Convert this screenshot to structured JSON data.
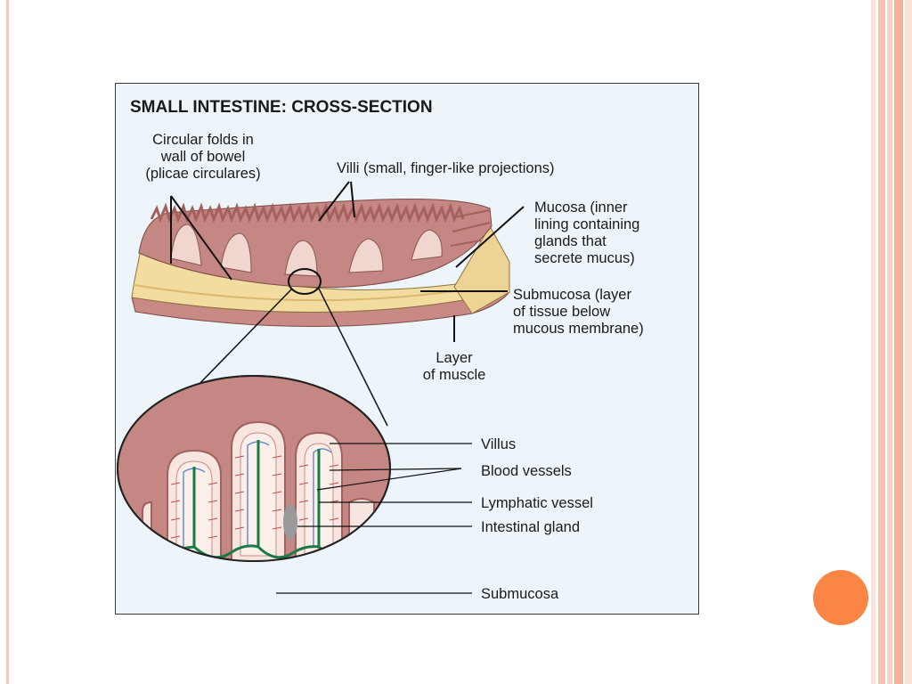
{
  "slide": {
    "accent_color": "#fb8544",
    "border_color": "#f3b29c"
  },
  "figure": {
    "title": "SMALL INTESTINE: CROSS-SECTION",
    "labels": {
      "circular_folds": [
        "Circular folds in",
        "wall of bowel",
        "(plicae circulares)"
      ],
      "villi": "Villi (small, finger-like projections)",
      "mucosa": [
        "Mucosa (inner",
        "lining containing",
        "glands that",
        "secrete mucus)"
      ],
      "submucosa_top": [
        "Submucosa (layer",
        "of tissue below",
        "mucous membrane)"
      ],
      "muscle": [
        "Layer",
        "of muscle"
      ],
      "villus": "Villus",
      "blood_vessels": "Blood vessels",
      "lymphatic_vessel": "Lymphatic vessel",
      "intestinal_gland": "Intestinal gland",
      "submucosa_bottom": "Submucosa"
    }
  }
}
